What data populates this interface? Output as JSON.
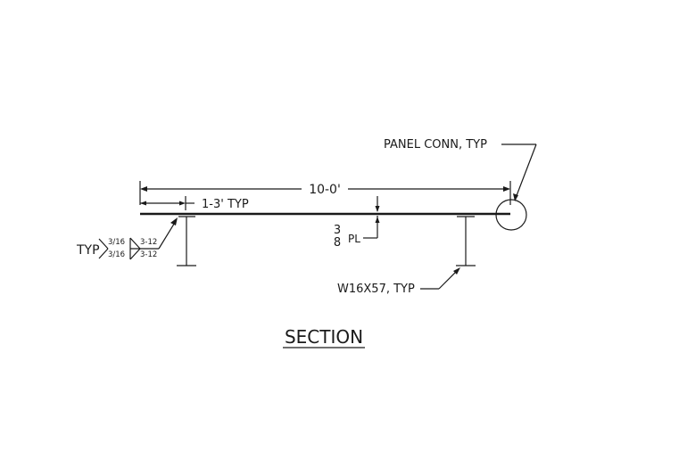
{
  "drawing": {
    "title": "SECTION",
    "overall_dim": "10-0'",
    "spacing_dim": "1-3' TYP",
    "plate": {
      "numerator": "3",
      "denominator": "8",
      "suffix": "PL"
    },
    "panel_conn_label": "PANEL CONN, TYP",
    "beam_label": "W16X57, TYP",
    "weld": {
      "prefix": "TYP",
      "top_size": "3/16",
      "bottom_size": "3/16",
      "top_length": "3-12",
      "bottom_length": "3-12"
    }
  }
}
